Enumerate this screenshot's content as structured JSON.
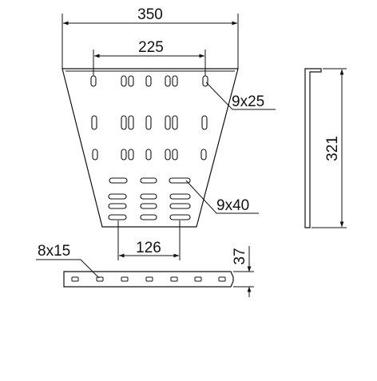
{
  "drawing": {
    "dimensions": {
      "top_width": "350",
      "inner_span": "225",
      "height": "321",
      "bottom_span": "126",
      "side_height": "37"
    },
    "labels": {
      "slot_small": "9x25",
      "slot_wide": "9x40",
      "slot_strip": "8x15"
    }
  }
}
